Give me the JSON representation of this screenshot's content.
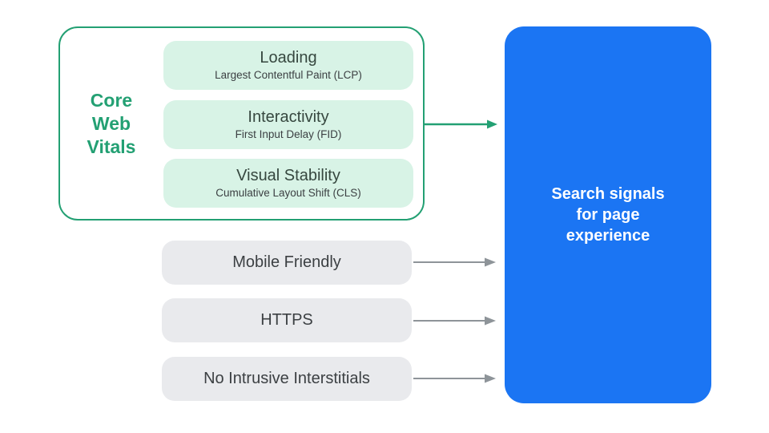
{
  "palette": {
    "green": "#23A073",
    "green_light": "#D8F3E6",
    "green_title_text": "#36473F",
    "subtitle_text": "#3C4043",
    "gray_fill": "#E9EAED",
    "gray_text": "#3C4043",
    "arrow_gray": "#8E9499",
    "blue": "#1B75F3",
    "blue_text": "#FFFFFF",
    "background": "#FFFFFF"
  },
  "core_web_vitals": {
    "label_lines": [
      "Core",
      "Web",
      "Vitals"
    ],
    "items": [
      {
        "title": "Loading",
        "subtitle": "Largest Contentful Paint (LCP)"
      },
      {
        "title": "Interactivity",
        "subtitle": "First Input Delay (FID)"
      },
      {
        "title": "Visual Stability",
        "subtitle": "Cumulative Layout Shift (CLS)"
      }
    ]
  },
  "other_signals": [
    {
      "label": "Mobile Friendly"
    },
    {
      "label": "HTTPS"
    },
    {
      "label": "No Intrusive Interstitials"
    }
  ],
  "result_box": {
    "label_lines": [
      "Search signals",
      "for page",
      "experience"
    ]
  },
  "icons": {
    "arrow_right": "arrow-right-icon"
  }
}
